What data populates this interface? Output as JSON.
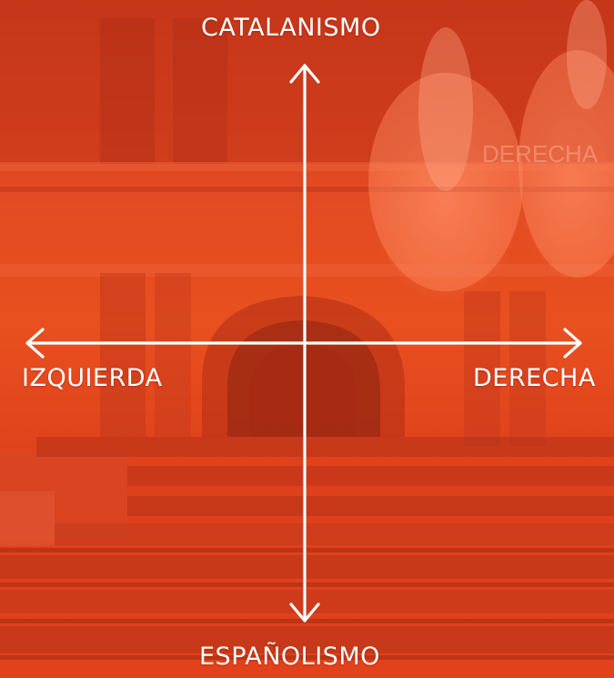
{
  "axes": {
    "top_label": "CATALANISMO",
    "bottom_label": "ESPAÑOLISMO",
    "left_label": "IZQUIERDA",
    "right_label": "DERECHA"
  },
  "background": {
    "description_colors": {
      "base": "#e8431a",
      "dark": "#b83215",
      "light": "#ff8f6a"
    },
    "watermark_text": "DERECHA"
  }
}
